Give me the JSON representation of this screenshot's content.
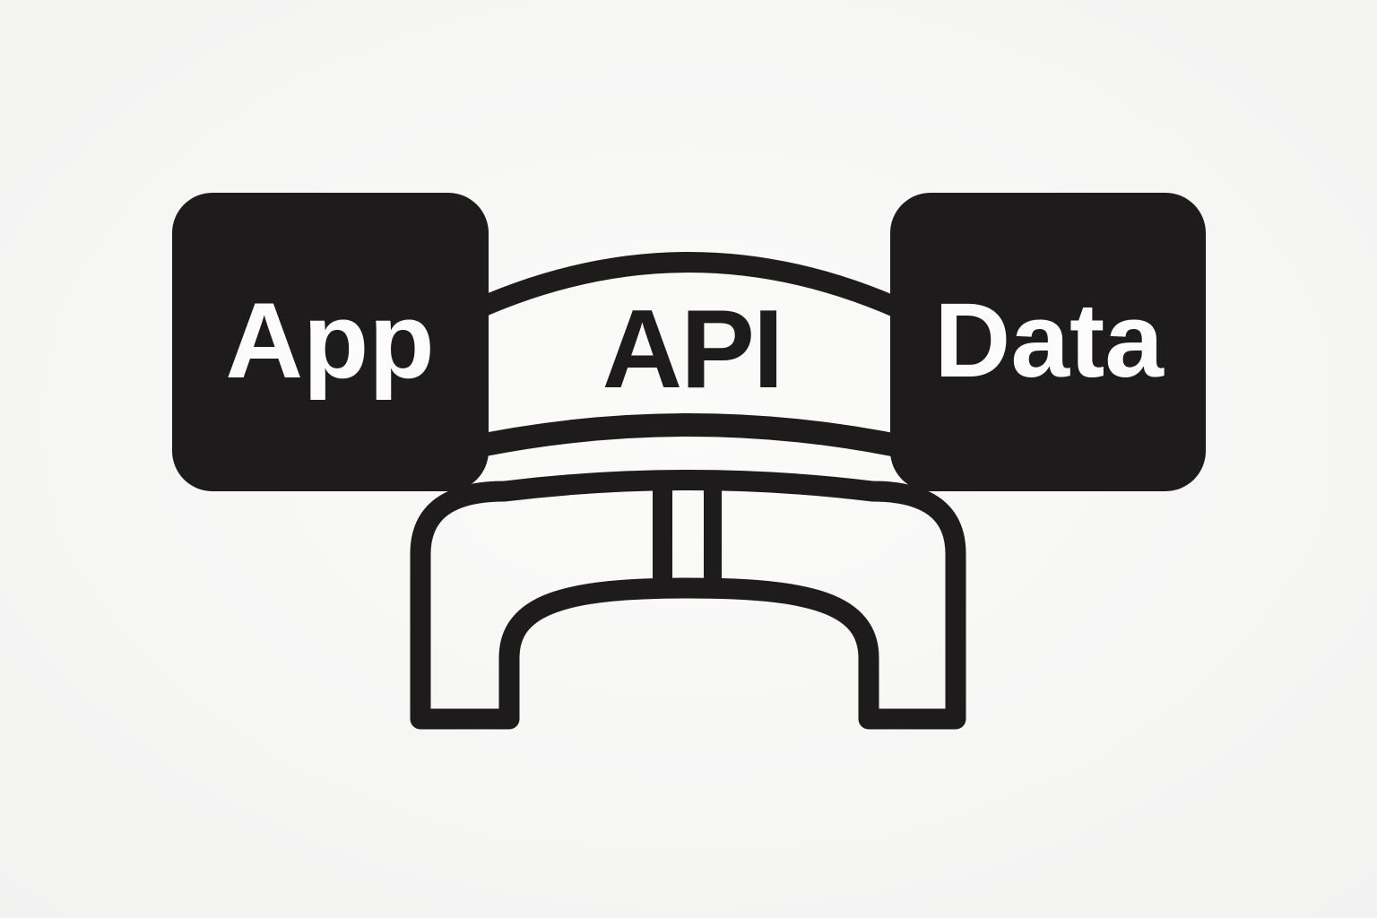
{
  "colors": {
    "background_center": "#fbfbfa",
    "background_edge": "#f2f2f1",
    "ink": "#1d1b1b",
    "box_label": "#fcfcfc"
  },
  "diagram": {
    "app_box": {
      "label": "App"
    },
    "api_bridge": {
      "label": "API"
    },
    "data_box": {
      "label": "Data"
    }
  }
}
